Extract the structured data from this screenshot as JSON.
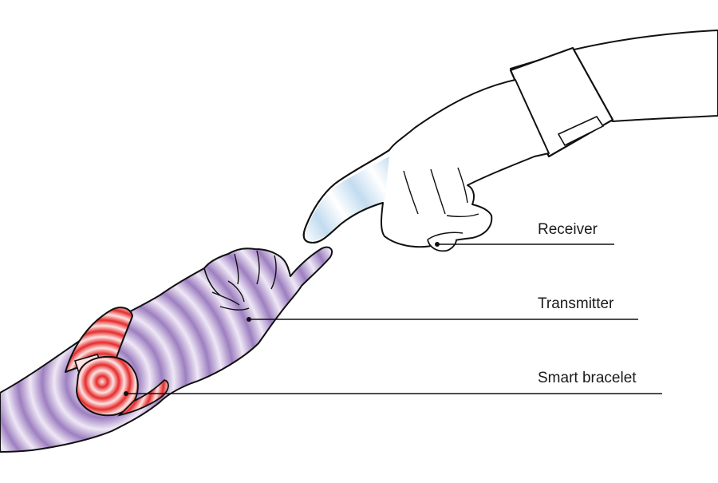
{
  "labels": {
    "receiver": "Receiver",
    "transmitter": "Transmitter",
    "smart_bracelet": "Smart bracelet"
  },
  "colors": {
    "wave_purple": "#9d7fc0",
    "wave_light": "#efe8f6",
    "bracelet_red": "#e52b2b",
    "bracelet_light": "#ffe3e3",
    "signal_blue": "#bcd8ee",
    "outline": "#111111"
  },
  "icons": {
    "receiver_hand": "pointing-hand-with-shirt-cuff",
    "transmitter_hand": "pointing-hand-emitting-waves",
    "bracelet": "smart-bracelet-device"
  }
}
